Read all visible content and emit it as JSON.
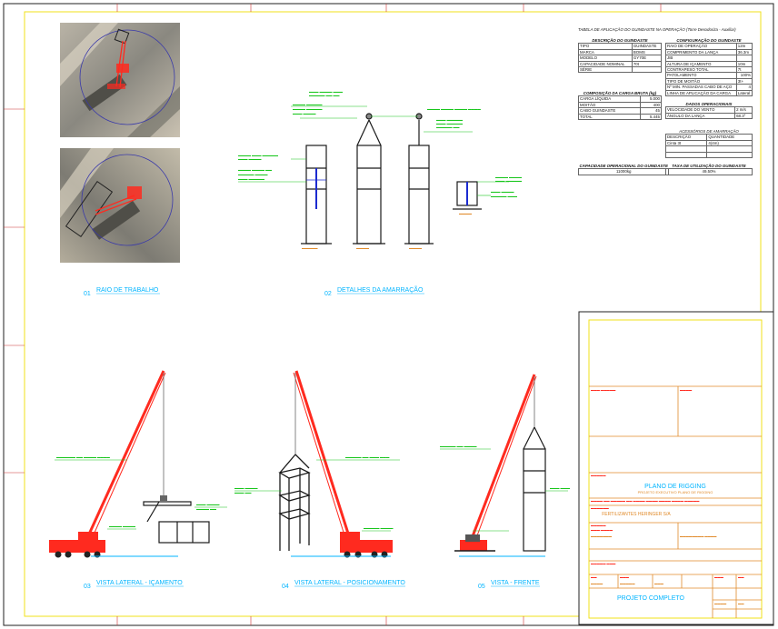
{
  "views": {
    "v01": {
      "num": "01",
      "title": "RAIO DE TRABALHO"
    },
    "v02": {
      "num": "02",
      "title": "DETALHES DA AMARRAÇÃO"
    },
    "v03": {
      "num": "03",
      "title": "VISTA LATERAL - IÇAMENTO"
    },
    "v04": {
      "num": "04",
      "title": "VISTA LATERAL - POSICIONAMENTO"
    },
    "v05": {
      "num": "05",
      "title": "VISTA - FRENTE"
    }
  },
  "table_title": "TABELA DE APLICAÇÃO DO GUINDASTE NA OPERAÇÃO (Torre Desodoriza - Auxiliar)",
  "descricao": {
    "header": "DESCRIÇÃO DO GUINDASTE",
    "rows": [
      [
        "TIPO",
        "GUINDASTE"
      ],
      [
        "MARCA",
        "BOMS"
      ],
      [
        "MODELO",
        "GY70E"
      ],
      [
        "CAPACIDADE NOMINAL",
        "70t"
      ],
      [
        "SÉRIE",
        ""
      ]
    ]
  },
  "configuracao": {
    "header": "CONFIGURAÇÃO DO GUINDASTE",
    "rows": [
      [
        "RAIO DE OPERAÇÃO",
        "12m"
      ],
      [
        "COMPRIMENTO DA LANÇA",
        "36.3m"
      ],
      [
        "JIB",
        ""
      ],
      [
        "ALTURA DE IÇAMENTO",
        "10m"
      ],
      [
        "CONTRAPESO TOTAL",
        "7t"
      ],
      [
        "PATOLAMENTO",
        "100%"
      ],
      [
        "TIPO DE MOITÃO",
        "3t+"
      ],
      [
        "Nº MIN. PASSADAS CABO DE AÇO",
        "4"
      ],
      [
        "LINHA DE APLICAÇÃO DA CARGA",
        "Lateral"
      ]
    ]
  },
  "composicao": {
    "header": "COMPOSIÇÃO DA CARGA BRUTA (kg)",
    "rows": [
      [
        "CARGA LÍQUIDA",
        "5.000"
      ],
      [
        "MOITÃO",
        "400"
      ],
      [
        "CABO GUINDASTE",
        "45"
      ],
      [
        "TOTAL",
        "5.445"
      ]
    ]
  },
  "dados": {
    "header": "DADOS OPERACIONAIS",
    "rows": [
      [
        "VELOCIDADE DO VENTO",
        "2 m/s"
      ],
      [
        "ÂNGULO DA LANÇA",
        "68.3°"
      ]
    ]
  },
  "acessorios": {
    "header": "ACESSÓRIOS DE AMARRAÇÃO",
    "rows": [
      [
        "DESCRIÇÃO",
        "QUANTIDADE"
      ],
      [
        "Cinta 3t",
        "4(4m)"
      ]
    ]
  },
  "capacidade": {
    "header": "CAPACIDADE OPERACIONAL DO GUINDASTE",
    "value": "11000kg"
  },
  "taxa": {
    "header": "TAXA DE UTILIZAÇÃO DO GUINDASTE",
    "value": "49,50%"
  },
  "title_block": {
    "plan_title": "PLANO DE RIGGING",
    "plan_subtitle": "PROJETO EXECUTIVO PLANO DE RIGGING",
    "client": "FERTILIZANTES HERINGER S/A",
    "footer": "PROJETO COMPLETO"
  },
  "colors": {
    "crane": "#ff2a1f",
    "border": "#f2e21a",
    "label": "#00b4ff",
    "sub": "#ffd400",
    "note": "#19c61d",
    "frame": "#1a1a1a",
    "orange": "#e08a2a",
    "magenta": "#d12bb8"
  }
}
